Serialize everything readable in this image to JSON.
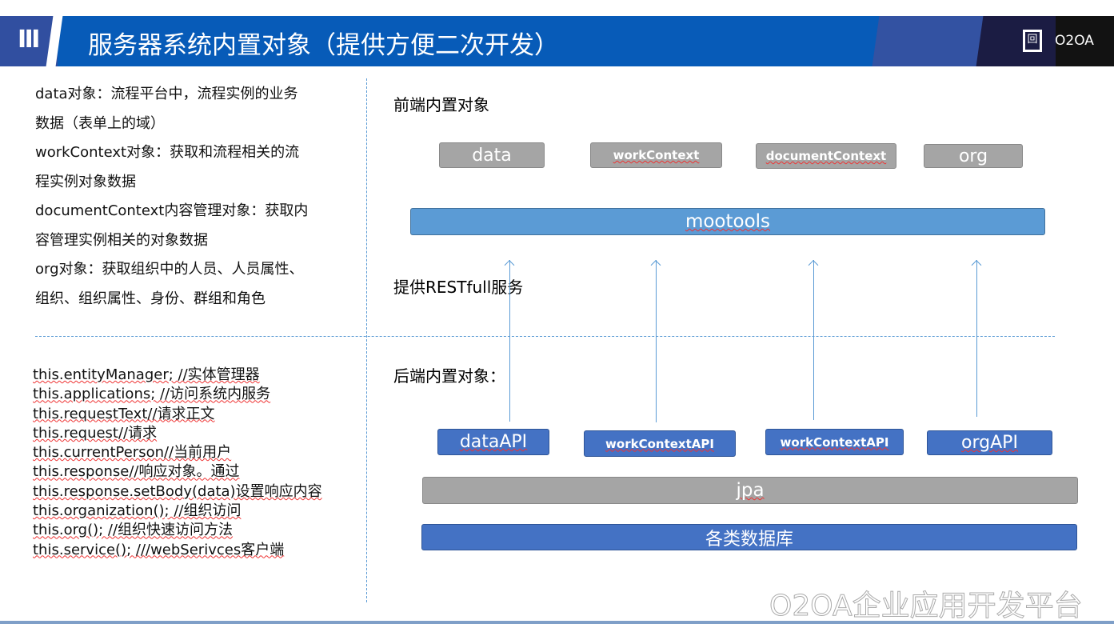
{
  "header": {
    "section_numeral": "Ⅲ",
    "title": "服务器系统内置对象（提供方便二次开发）",
    "brand": "O2OA",
    "logo_glyph": "回"
  },
  "left_desc": [
    "data对象：流程平台中，流程实例的业务",
    "数据（表单上的域）",
    "workContext对象：获取和流程相关的流",
    "程实例对象数据",
    "documentContext内容管理对象：获取内",
    "容管理实例相关的对象数据",
    "org对象：获取组织中的人员、人员属性、",
    "组织、组织属性、身份、群组和角色"
  ],
  "code_lines": [
    "this.entityManager;  //实体管理器",
    "this.applications;  //访问系统内服务",
    "this.requestText//请求正文",
    "this.request//请求",
    "this.currentPerson//当前用户",
    "this.response//响应对象。通过",
    "this.response.setBody(data)设置响应内容",
    "this.organization(); //组织访问",
    "this.org(); //组织快速访问方法",
    "this.service(); ///webSerivces客户端"
  ],
  "diagram": {
    "frontend_label": "前端内置对象",
    "frontend_objects": [
      "data",
      "workContext",
      "documentContext",
      "org"
    ],
    "mootools": "mootools",
    "rest_label": "提供RESTfull服务",
    "backend_label": "后端内置对象：",
    "backend_apis": [
      "dataAPI",
      "workContextAPI",
      "workContextAPI",
      "orgAPI"
    ],
    "jpa": "jpa",
    "db": "各类数据库"
  },
  "watermark": "O2OA企业应用开发平台"
}
